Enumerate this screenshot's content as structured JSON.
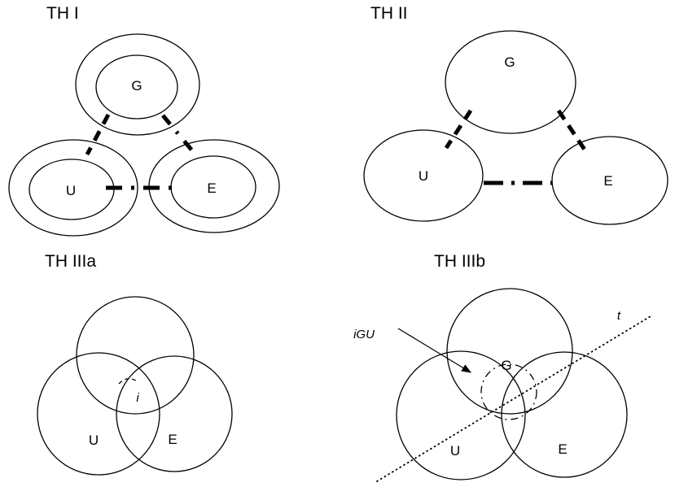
{
  "figure": {
    "background_color": "#ffffff",
    "stroke_color": "#000000"
  },
  "panels": {
    "th1": {
      "title": "TH I",
      "node_g": "G",
      "node_u": "U",
      "node_e": "E"
    },
    "th2": {
      "title": "TH II",
      "node_g": "G",
      "node_u": "U",
      "node_e": "E"
    },
    "th3a": {
      "title": "TH IIIa",
      "node_u": "U",
      "node_e": "E",
      "intersection_label": "i"
    },
    "th3b": {
      "title": "TH IIIb",
      "node_g": "G",
      "node_u": "U",
      "node_e": "E",
      "arrow_label": "iGU",
      "line_label": "t"
    }
  }
}
